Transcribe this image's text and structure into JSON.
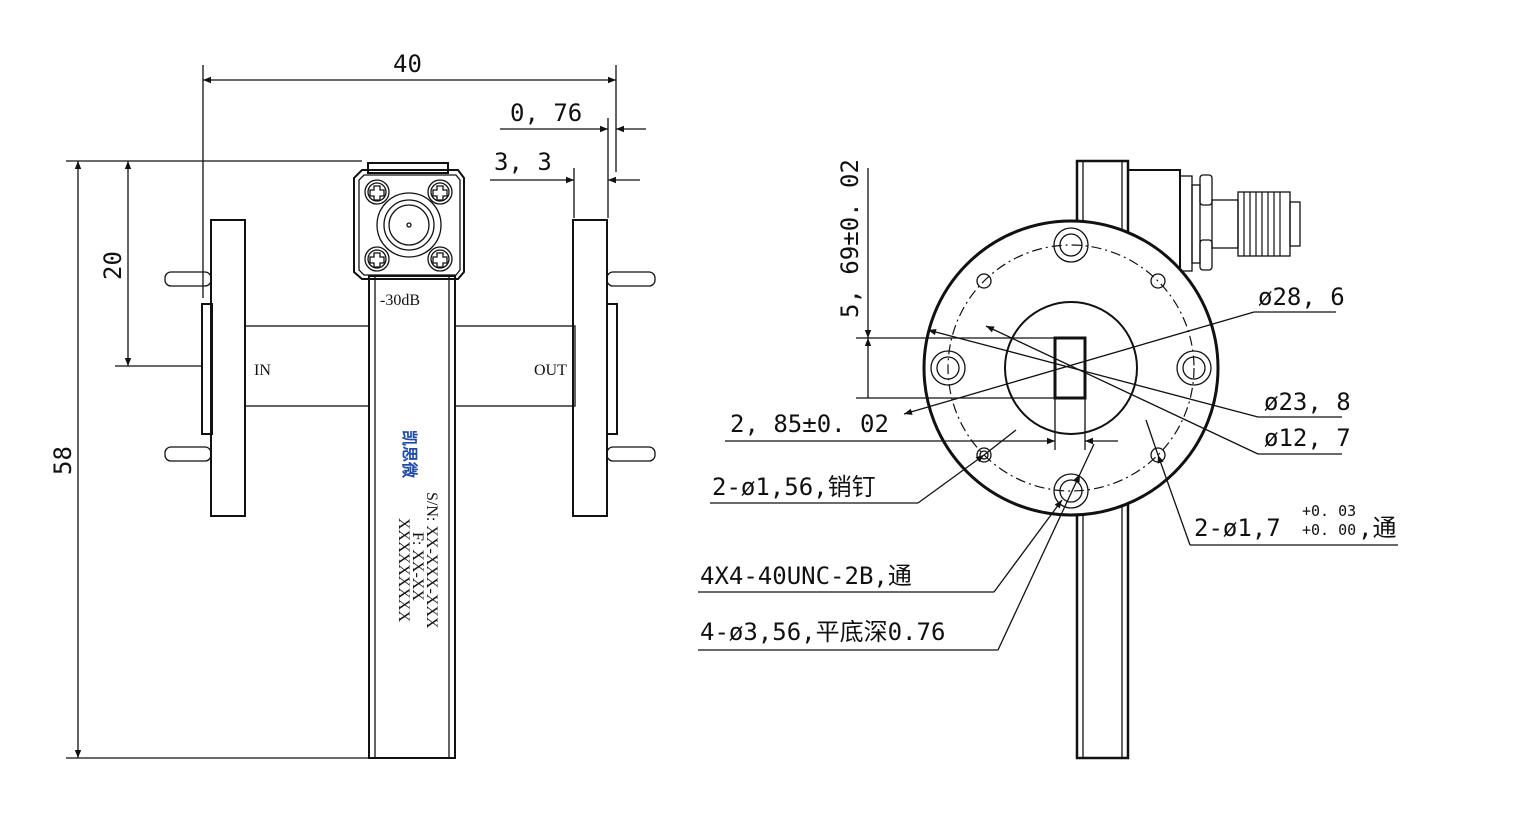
{
  "front_view": {
    "dim_width": "40",
    "dim_wall": "0, 76",
    "dim_flange": "3, 3",
    "dim_port_height": "20",
    "dim_total_height": "58",
    "coupling_label": "-30dB",
    "port_in": "IN",
    "port_out": "OUT",
    "brand": "凯思微",
    "label_sn": "S/N: XX-XXX-XXX",
    "label_f": "F: XX-XX",
    "label_x": "XXXXXXXXX"
  },
  "side_view": {
    "dim_569": "5, 69±0. 02",
    "dim_285": "2, 85±0. 02",
    "dim_d286": "ø28, 6",
    "dim_d238": "ø23, 8",
    "dim_d127": "ø12, 7",
    "pin_note": "2-ø1,56,销钉",
    "hole_note": "2-ø1,7",
    "hole_tol_upper": "+0. 03",
    "hole_tol_lower": "+0. 00",
    "hole_suffix": ",通",
    "thread_note": "4X4-40UNC-2B,通",
    "cbore_note": "4-ø3,56,平底深0.76"
  }
}
